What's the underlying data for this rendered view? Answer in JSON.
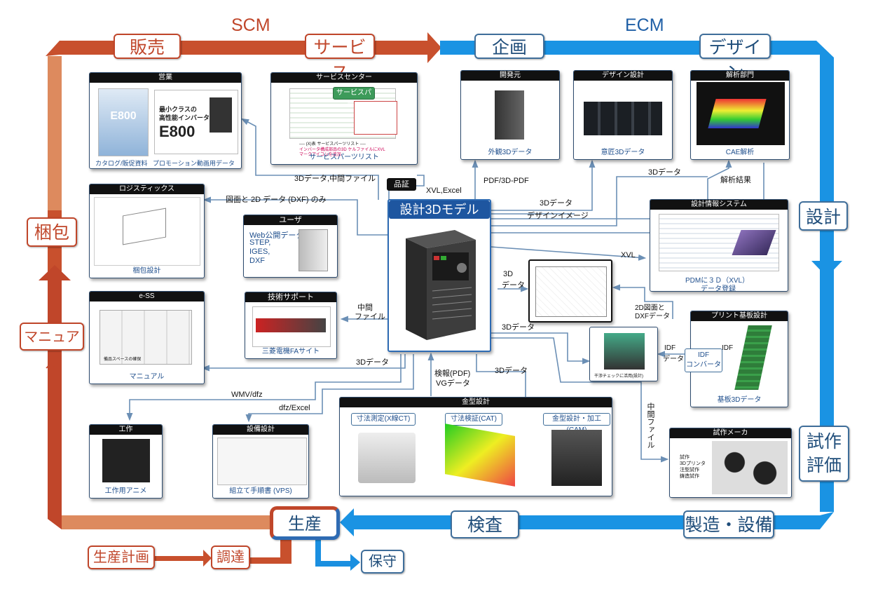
{
  "cycle": {
    "scm": "SCM",
    "ecm": "ECM",
    "stages": {
      "hanbai": "販売",
      "service": "サービス",
      "kikaku": "企画",
      "design": "デザイン",
      "sekkei": "設計",
      "shisaku": "試作\n評価",
      "seizo": "製造・設備",
      "kensa": "検査",
      "seisan": "生産",
      "hoshu": "保守",
      "chotatsu": "調達",
      "keikaku": "生産計画",
      "manual": "マニュアル",
      "konpo": "梱包"
    },
    "colors": {
      "scm": "#c0462a",
      "ecm": "#1a8fe0"
    }
  },
  "center": {
    "title": "設計3Dモデル"
  },
  "panels": {
    "eigyo": {
      "title": "営業",
      "caption1": "カタログ/販促資料",
      "caption2": "プロモーション動画用データ",
      "cat1": "E800",
      "cat2a": "最小クラスの",
      "cat2b": "高性能インバータ",
      "cat2c": "E800"
    },
    "service_center": {
      "title": "サービスセンター",
      "caption": "サービスパーツリスト",
      "tag": "サービスパーツ",
      "note1": "---- (X)表 サービスパーツリスト ----",
      "note2": "インバータ構成部品の3D   ケルファイルにXVL",
      "note3": "マークアイコンを追加"
    },
    "kaihatsu": {
      "title": "開発元",
      "caption": "外観3Dデータ"
    },
    "design_sekkei": {
      "title": "デザイン設計",
      "caption": "意匠3Dデータ"
    },
    "kaiseki": {
      "title": "解析部門",
      "caption": "CAE解析"
    },
    "logistics": {
      "title": "ロジスティックス",
      "caption": "梱包設計"
    },
    "user": {
      "title": "ユーザ",
      "body": [
        "Web公開データ",
        "STEP,",
        "IGES,",
        "DXF"
      ]
    },
    "ess": {
      "title": "e-SS",
      "caption": "マニュアル",
      "note": "備品スペースの確保"
    },
    "gijutsu": {
      "title": "技術サポート",
      "caption": "三菱電機FAサイト"
    },
    "sekkei_joho": {
      "title": "設計情報システム",
      "caption1": "PDMに３Ｄ（XVL）",
      "caption2": "データ登録"
    },
    "print_kiban": {
      "title": "プリント基板設計",
      "caption": "基板3Dデータ"
    },
    "kosaku": {
      "title": "工作",
      "caption": "工作用アニメ"
    },
    "setsubi": {
      "title": "設備設計",
      "caption": "組立て手順書 (VPS)"
    },
    "kanagata": {
      "title": "金型設計",
      "sub1": "寸法測定(X線CT)",
      "sub2": "寸法検証(CAT)",
      "sub3": "金型設計・加工(CAM)"
    },
    "shisaku_maker": {
      "title": "試作メーカ",
      "body": [
        "試作",
        "3Dプリンタ",
        "注型試作",
        "鋳造試作"
      ]
    },
    "check": {
      "caption": "干渉チェックに活用(設計)"
    }
  },
  "labels": {
    "hinsho": "品証",
    "l1": "3Dデータ,中間ファイル",
    "l2": "XVL,Excel",
    "l3": "PDF/3D-PDF",
    "l4": "3Dデータ",
    "l5": "解析結果",
    "l6": "3Dデータ",
    "l7": "デザインイメージ",
    "l8": "図面と 2D データ (DXF) のみ",
    "l9": "XVL",
    "l10a": "3D",
    "l10b": "データ",
    "l11a": "中間",
    "l11b": "ファイル",
    "l12": "3Dデータ",
    "l13a": "2D図面と",
    "l13b": "DXFデータ",
    "l14": "3Dデータ",
    "l15a": "IDF",
    "l15b": "データ",
    "l16": "IDF",
    "idf_conv1": "IDF",
    "idf_conv2": "コンバータ",
    "l17": "WMV/dfz",
    "l18": "dfz/Excel",
    "l19a": "検報(PDF)",
    "l19b": "VGデータ",
    "l20": "3Dデータ",
    "l21": "中間ファイル"
  }
}
